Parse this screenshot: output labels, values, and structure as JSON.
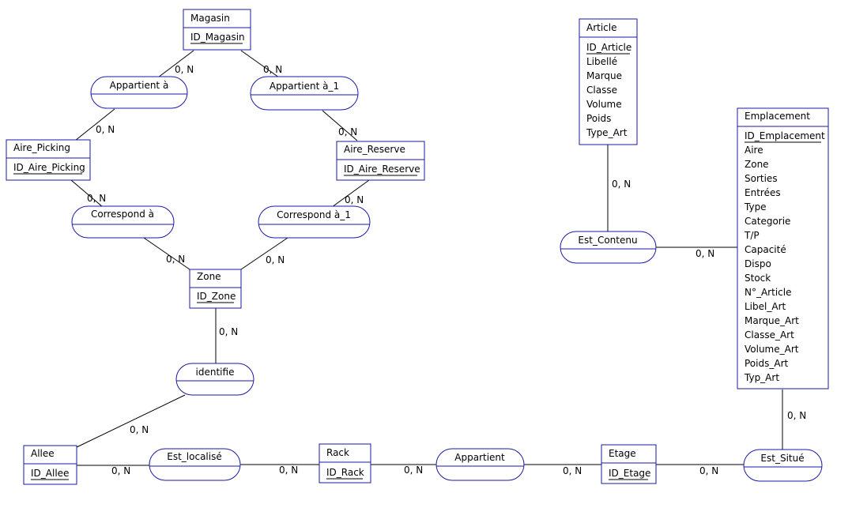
{
  "entities": {
    "magasin": {
      "name": "Magasin",
      "key": "ID_Magasin",
      "attrs": []
    },
    "aire_picking": {
      "name": "Aire_Picking",
      "key": "ID_Aire_Picking",
      "attrs": []
    },
    "aire_reserve": {
      "name": "Aire_Reserve",
      "key": "ID_Aire_Reserve",
      "attrs": []
    },
    "zone": {
      "name": "Zone",
      "key": "ID_Zone",
      "attrs": []
    },
    "allee": {
      "name": "Allee",
      "key": "ID_Allee",
      "attrs": []
    },
    "rack": {
      "name": "Rack",
      "key": "ID_Rack",
      "attrs": []
    },
    "etage": {
      "name": "Etage",
      "key": "ID_Etage",
      "attrs": []
    },
    "article": {
      "name": "Article",
      "key": "ID_Article",
      "attrs": [
        "Libellé",
        "Marque",
        "Classe",
        "Volume",
        "Poids",
        "Type_Art"
      ]
    },
    "emplacement": {
      "name": "Emplacement",
      "key": "ID_Emplacement",
      "attrs": [
        "Aire",
        "Zone",
        "Sorties",
        "Entrées",
        "Type",
        "Categorie",
        "T/P",
        "Capacité",
        "Dispo",
        "Stock",
        "N°_Article",
        "Libel_Art",
        "Marque_Art",
        "Classe_Art",
        "Volume_Art",
        "Poids_Art",
        "Typ_Art"
      ]
    }
  },
  "relations": {
    "appartient_a": "Appartient à",
    "appartient_a_1": "Appartient à_1",
    "correspond_a": "Correspond à",
    "correspond_a_1": "Correspond à_1",
    "identifie": "identifie",
    "est_localise": "Est_localisé",
    "appartient": "Appartient",
    "est_situe": "Est_Situé",
    "est_contenu": "Est_Contenu"
  },
  "cardinalities": {
    "c1": "0, N",
    "c2": "0, N",
    "c3": "0, N",
    "c4": "0, N",
    "c5": "0, N",
    "c6": "0, N",
    "c7": "0, N",
    "c8": "0, N",
    "c9": "0, N",
    "c10": "0, N",
    "c11": "0, N",
    "c12": "0, N",
    "c13": "0, N",
    "c14": "0, N",
    "c15": "0, N",
    "c16": "0, N",
    "c17": "0, N",
    "c18": "0, N"
  }
}
